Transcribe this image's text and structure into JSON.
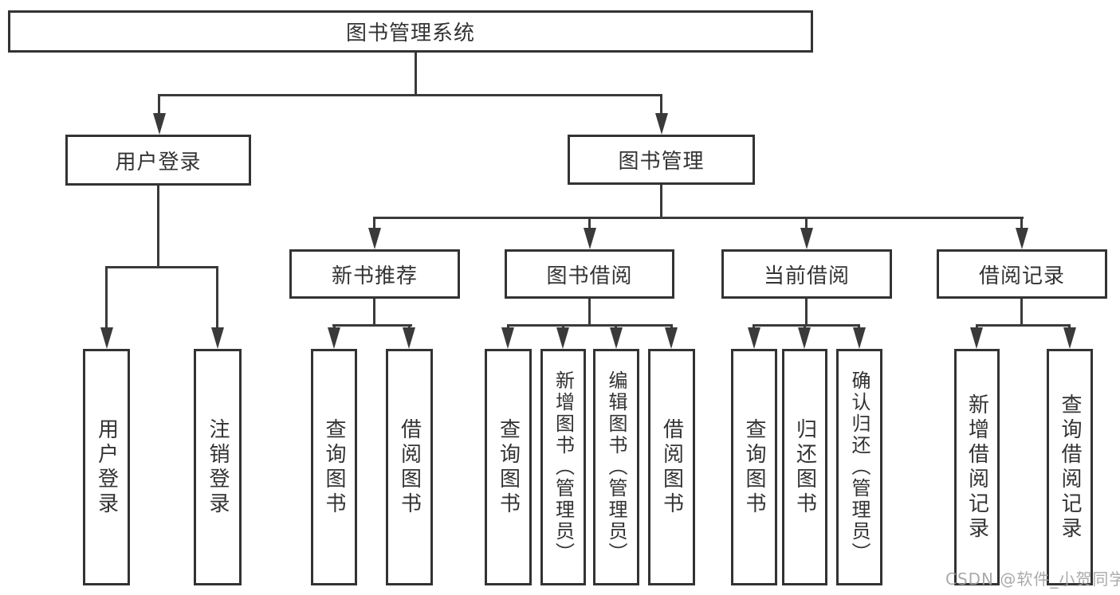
{
  "diagram": {
    "colors": {
      "line": "#3a3a3a",
      "text": "#333333",
      "box_border": "#333333",
      "background": "#ffffff",
      "watermark": "#a3a3a3"
    },
    "root": {
      "label": "图书管理系统",
      "children": [
        {
          "label": "用户登录",
          "children": [
            {
              "label": "用户登录"
            },
            {
              "label": "注销登录"
            }
          ]
        },
        {
          "label": "图书管理",
          "children": [
            {
              "label": "新书推荐",
              "children": [
                {
                  "label": "查询图书"
                },
                {
                  "label": "借阅图书"
                }
              ]
            },
            {
              "label": "图书借阅",
              "children": [
                {
                  "label": "查询图书"
                },
                {
                  "label": "新增图书（管理员）"
                },
                {
                  "label": "编辑图书（管理员）"
                },
                {
                  "label": "借阅图书"
                }
              ]
            },
            {
              "label": "当前借阅",
              "children": [
                {
                  "label": "查询图书"
                },
                {
                  "label": "归还图书"
                },
                {
                  "label": "确认归还（管理员）"
                }
              ]
            },
            {
              "label": "借阅记录",
              "children": [
                {
                  "label": "新增借阅记录"
                },
                {
                  "label": "查询借阅记录"
                }
              ]
            }
          ]
        }
      ]
    }
  },
  "watermark": {
    "text": "CSDN @软件_小贺同学"
  }
}
